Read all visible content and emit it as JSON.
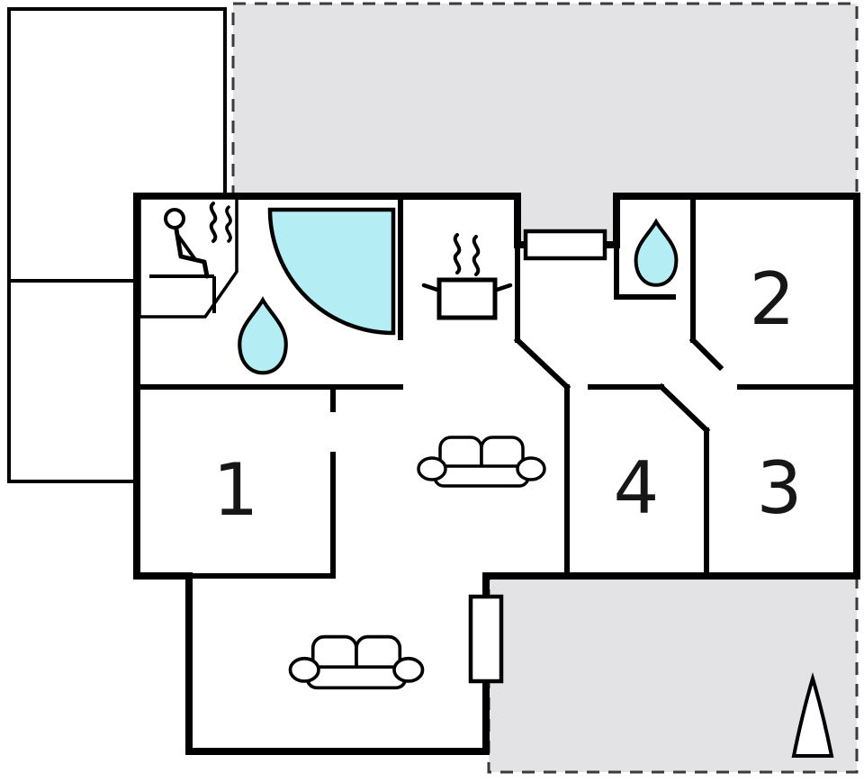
{
  "title": "Holiday home floor plan",
  "colors": {
    "water": "#b4eef4",
    "terrace": "#e3e3e6",
    "wall": "#000000",
    "dash": "#3a3a3a",
    "background": "#ffffff"
  },
  "rooms": [
    {
      "label": "1"
    },
    {
      "label": "2"
    },
    {
      "label": "3"
    },
    {
      "label": "4"
    }
  ],
  "areas": [
    {
      "name": "terrace-top"
    },
    {
      "name": "terrace-bottom-right"
    },
    {
      "name": "annex-left"
    },
    {
      "name": "bathroom-sauna"
    },
    {
      "name": "kitchen"
    },
    {
      "name": "living-room"
    },
    {
      "name": "toilet"
    }
  ],
  "icons": [
    {
      "name": "sauna-person-icon"
    },
    {
      "name": "steam-icon"
    },
    {
      "name": "shower-icon"
    },
    {
      "name": "water-drop-icon"
    },
    {
      "name": "water-drop-icon"
    },
    {
      "name": "cooking-pot-icon"
    },
    {
      "name": "sofa-icon"
    },
    {
      "name": "sofa-icon"
    },
    {
      "name": "window-icon"
    },
    {
      "name": "window-icon"
    },
    {
      "name": "tree-icon"
    }
  ]
}
